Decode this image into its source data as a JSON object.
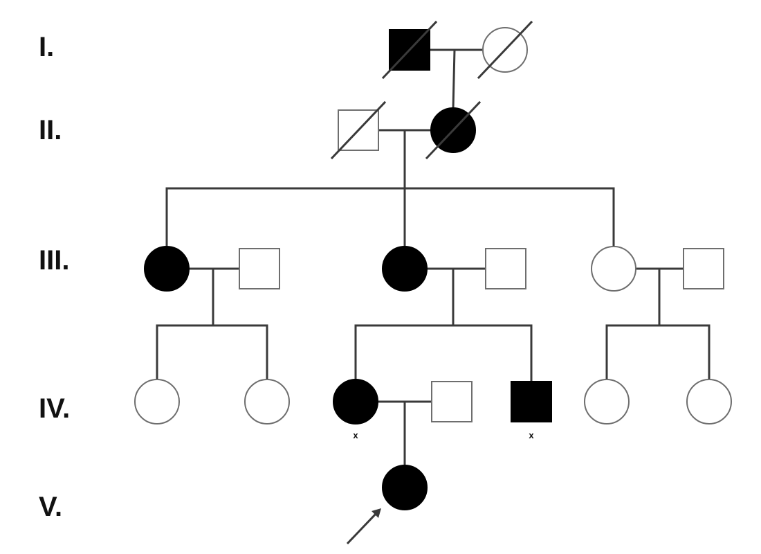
{
  "generations": [
    {
      "id": "gen-I",
      "label": "I."
    },
    {
      "id": "gen-II",
      "label": "II."
    },
    {
      "id": "gen-III",
      "label": "III."
    },
    {
      "id": "gen-IV",
      "label": "IV."
    },
    {
      "id": "gen-V",
      "label": "V."
    }
  ],
  "individuals": [
    {
      "id": "I-1",
      "generation": "I",
      "sex": "male",
      "affected": true,
      "deceased": true
    },
    {
      "id": "I-2",
      "generation": "I",
      "sex": "female",
      "affected": false,
      "deceased": true
    },
    {
      "id": "II-1",
      "generation": "II",
      "sex": "male",
      "affected": false,
      "deceased": true
    },
    {
      "id": "II-2",
      "generation": "II",
      "sex": "female",
      "affected": true,
      "deceased": true
    },
    {
      "id": "III-1",
      "generation": "III",
      "sex": "female",
      "affected": true,
      "deceased": false
    },
    {
      "id": "III-2",
      "generation": "III",
      "sex": "male",
      "affected": false,
      "deceased": false
    },
    {
      "id": "III-3",
      "generation": "III",
      "sex": "female",
      "affected": true,
      "deceased": false
    },
    {
      "id": "III-4",
      "generation": "III",
      "sex": "male",
      "affected": false,
      "deceased": false
    },
    {
      "id": "III-5",
      "generation": "III",
      "sex": "female",
      "affected": false,
      "deceased": false
    },
    {
      "id": "III-6",
      "generation": "III",
      "sex": "male",
      "affected": false,
      "deceased": false
    },
    {
      "id": "IV-1",
      "generation": "IV",
      "sex": "female",
      "affected": false,
      "deceased": false
    },
    {
      "id": "IV-2",
      "generation": "IV",
      "sex": "female",
      "affected": false,
      "deceased": false
    },
    {
      "id": "IV-3",
      "generation": "IV",
      "sex": "female",
      "affected": true,
      "deceased": false,
      "mark": "x"
    },
    {
      "id": "IV-4",
      "generation": "IV",
      "sex": "male",
      "affected": false,
      "deceased": false
    },
    {
      "id": "IV-5",
      "generation": "IV",
      "sex": "male",
      "affected": true,
      "deceased": false,
      "mark": "x"
    },
    {
      "id": "IV-6",
      "generation": "IV",
      "sex": "female",
      "affected": false,
      "deceased": false
    },
    {
      "id": "IV-7",
      "generation": "IV",
      "sex": "female",
      "affected": false,
      "deceased": false
    },
    {
      "id": "V-1",
      "generation": "V",
      "sex": "female",
      "affected": true,
      "deceased": false,
      "proband": true
    }
  ],
  "couples": [
    {
      "id": "couple-I",
      "partners": [
        "I-1",
        "I-2"
      ],
      "children": [
        "II-2"
      ]
    },
    {
      "id": "couple-II",
      "partners": [
        "II-1",
        "II-2"
      ],
      "children": [
        "III-1",
        "III-3",
        "III-5"
      ]
    },
    {
      "id": "couple-III-a",
      "partners": [
        "III-1",
        "III-2"
      ],
      "children": [
        "IV-1",
        "IV-2"
      ]
    },
    {
      "id": "couple-III-b",
      "partners": [
        "III-3",
        "III-4"
      ],
      "children": [
        "IV-3",
        "IV-5"
      ]
    },
    {
      "id": "couple-III-c",
      "partners": [
        "III-5",
        "III-6"
      ],
      "children": [
        "IV-6",
        "IV-7"
      ]
    },
    {
      "id": "couple-IV",
      "partners": [
        "IV-3",
        "IV-4"
      ],
      "children": [
        "V-1"
      ]
    }
  ],
  "colors": {
    "line": "#3a3a3a",
    "affected_fill": "#000000",
    "unaffected_stroke": "#6e6e6e",
    "background": "#ffffff"
  }
}
